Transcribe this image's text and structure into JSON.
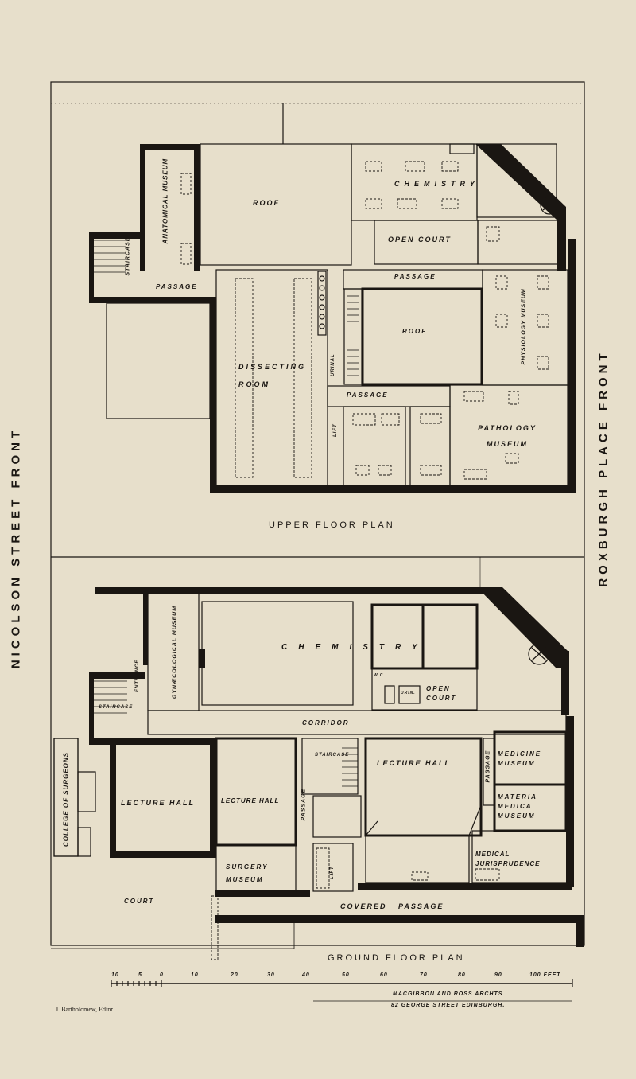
{
  "side_labels": {
    "left_street": "NICOLSON STREET FRONT",
    "right_place": "ROXBURGH PLACE FRONT"
  },
  "upper_floor": {
    "title": "UPPER FLOOR PLAN",
    "rooms": {
      "anatomical_museum": "ANATOMICAL MUSEUM",
      "staircase": "STAIRCASE",
      "passage_left": "PASSAGE",
      "roof_left": "ROOF",
      "chemistry": "CHEMISTRY",
      "open_court": "OPEN COURT",
      "passage_top": "PASSAGE",
      "roof_center": "ROOF",
      "dissecting_room": "DISSECTING ROOM",
      "urinal": "URINAL",
      "physiology_museum": "PHYSIOLOGY MUSEUM",
      "passage_mid": "PASSAGE",
      "lift": "LIFT",
      "pathology_museum": "PATHOLOGY MUSEUM"
    }
  },
  "ground_floor": {
    "title": "GROUND FLOOR PLAN",
    "rooms": {
      "entrance": "ENTRANCE",
      "gynaecological_museum": "GYNÆCOLOGICAL MUSEUM",
      "staircase": "STAIRCASE",
      "chemistry": "CHEMISTRY",
      "wc": "W.C.",
      "urinal": "URIN.",
      "open_court": "OPEN COURT",
      "corridor": "CORRIDOR",
      "college_of_surgeons": "COLLEGE OF SURGEONS",
      "lecture_hall_left": "LECTURE HALL",
      "lecture_hall_mid": "LECTURE HALL",
      "passage_mid": "PASSAGE",
      "staircase_mid": "STAIRCASE",
      "lecture_hall_right": "LECTURE HALL",
      "passage_right": "PASSAGE",
      "medicine_museum": "MEDICINE MUSEUM",
      "materia_medica_museum": "MATERIA MEDICA MUSEUM",
      "medical_jurisprudence": "MEDICAL JURISPRUDENCE",
      "surgery_museum": "SURGERY MUSEUM",
      "lift": "LIFT",
      "court": "COURT",
      "covered_passage": "COVERED PASSAGE"
    }
  },
  "scale": {
    "ticks": [
      "10",
      "5",
      "0",
      "10",
      "20",
      "30",
      "40",
      "50",
      "60",
      "70",
      "80",
      "90",
      "100 FEET"
    ]
  },
  "credits": {
    "architect_line1": "MACGIBBON AND ROSS ARCHTS",
    "architect_line2": "82 GEORGE STREET EDINBURGH.",
    "engraver": "J. Bartholomew, Edinr."
  },
  "colors": {
    "paper": "#e7dfcb",
    "ink": "#1a1612"
  }
}
